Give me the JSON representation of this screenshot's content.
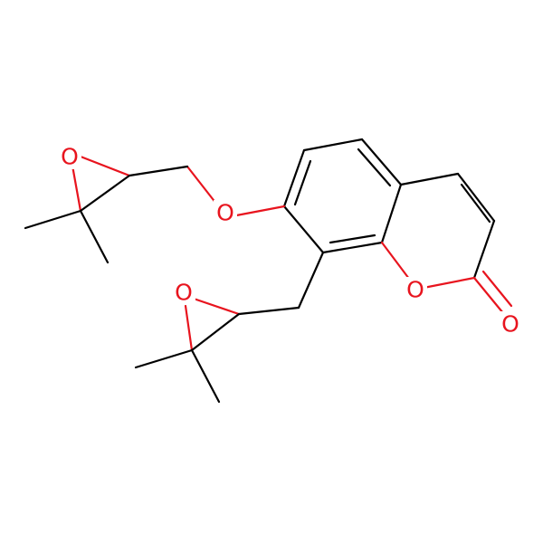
{
  "colors": {
    "background": "#ffffff",
    "carbon_bond": "#000000",
    "oxygen": "#e8141e"
  },
  "atoms": {
    "o_epoxide_upper": "O",
    "o_ether": "O",
    "o_epoxide_lower": "O",
    "o_ring": "O",
    "o_carbonyl": "O"
  }
}
